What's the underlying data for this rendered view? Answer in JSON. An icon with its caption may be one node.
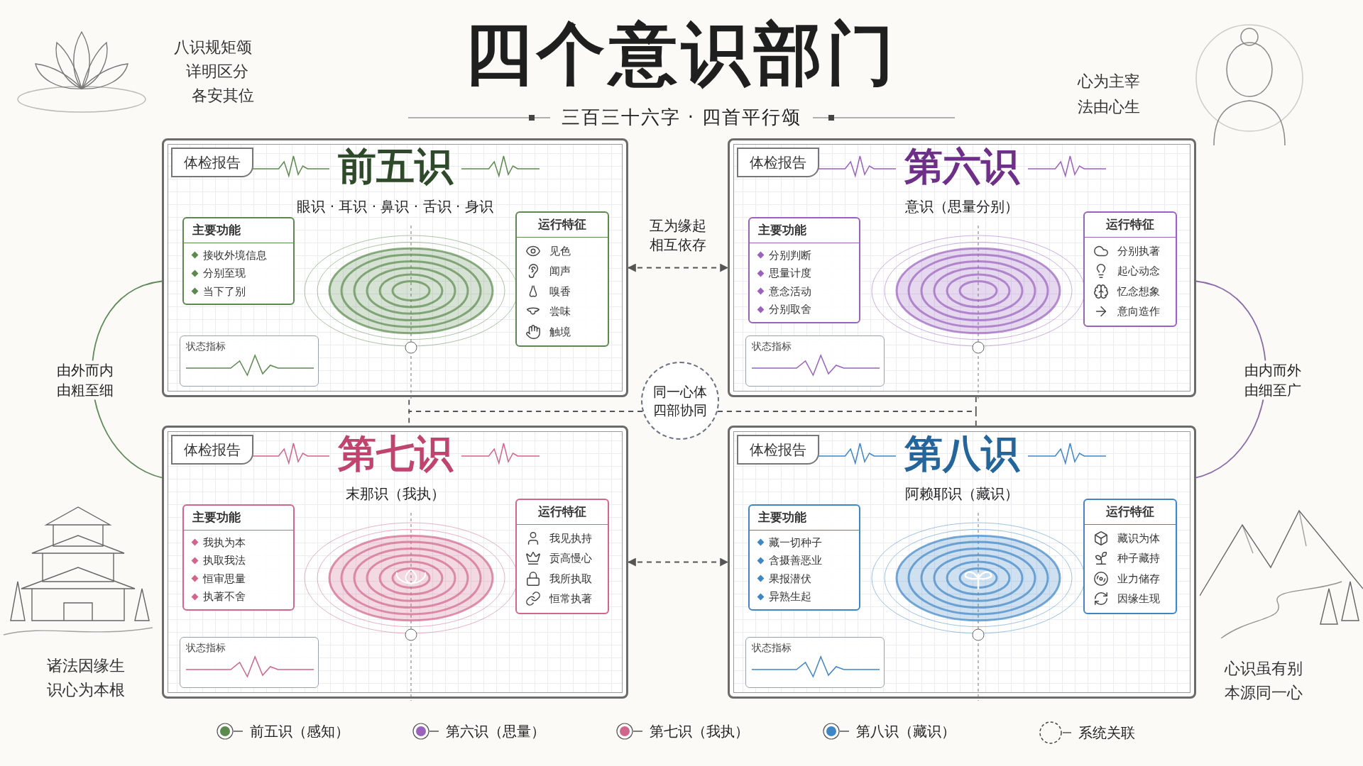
{
  "diagram": {
    "title": "四个意识部门",
    "nodes": [
      {
        "text": [
          "前五识",
          "眼识 · 耳识 · 鼻识 · 舌识 · 身识"
        ]
      },
      {
        "text": [
          "体检报告"
        ],
        "in": 0
      },
      {
        "text": [
          "主要功能",
          "接收外境信息",
          "分别至现",
          "当下了别"
        ],
        "in": 0
      },
      {
        "text": [
          "运行特征",
          "见色",
          "闻声",
          "嗅香",
          "尝味",
          "触境"
        ],
        "in": 0
      },
      {
        "text": [
          "状态指标"
        ],
        "in": 0
      },
      {
        "text": [
          "第六识",
          "意识（思量分别）"
        ]
      },
      {
        "text": [
          "体检报告"
        ],
        "in": 5
      },
      {
        "text": [
          "主要功能",
          "分别判断",
          "思量计度",
          "意念活动",
          "分别取舍"
        ],
        "in": 5
      },
      {
        "text": [
          "运行特征",
          "分别执著",
          "起心动念",
          "忆念想象",
          "意向造作"
        ],
        "in": 5
      },
      {
        "text": [
          "状态指标"
        ],
        "in": 5
      },
      {
        "text": [
          "第七识",
          "末那识（我执）"
        ]
      },
      {
        "text": [
          "体检报告"
        ],
        "in": 10
      },
      {
        "text": [
          "主要功能",
          "我执为本",
          "执取我法",
          "恒审思量",
          "执著不舍"
        ],
        "in": 10
      },
      {
        "text": [
          "运行特征",
          "我见执持",
          "贡高慢心",
          "我所执取",
          "恒常执著"
        ],
        "in": 10
      },
      {
        "text": [
          "状态指标"
        ],
        "in": 10
      },
      {
        "text": [
          "第八识",
          "阿赖耶识（藏识）"
        ]
      },
      {
        "text": [
          "体检报告"
        ],
        "in": 15
      },
      {
        "text": [
          "主要功能",
          "藏一切种子",
          "含摄善恶业",
          "果报潜伏",
          "异熟生起"
        ],
        "in": 15
      },
      {
        "text": [
          "运行特征",
          "藏识为体",
          "种子藏持",
          "业力储存",
          "因缘生现"
        ],
        "in": 15
      },
      {
        "text": [
          "状态指标"
        ],
        "in": 15
      },
      {
        "text": [
          "同一心体四部协同"
        ]
      }
    ],
    "edges": [
      {
        "from": 0,
        "to": 5,
        "arrow": "both",
        "style": "dashed",
        "label": "互为缘起相互依存"
      },
      {
        "from": 10,
        "to": 15,
        "arrow": "both",
        "style": "dashed"
      },
      {
        "from": 0,
        "to": 10,
        "arrow": "both",
        "label": "由外而内由粗至细",
        "color": "#5f8a5a"
      },
      {
        "from": 5,
        "to": 15,
        "arrow": "both",
        "label": "由内而外由细至广",
        "color": "#8a6aa8"
      },
      {
        "from": 20,
        "to": 0,
        "arrow": "none",
        "style": "dashed"
      },
      {
        "from": 20,
        "to": 5,
        "arrow": "none",
        "style": "dashed"
      },
      {
        "from": 20,
        "to": 10,
        "arrow": "none",
        "style": "dashed"
      },
      {
        "from": 20,
        "to": 15,
        "arrow": "none",
        "style": "dashed"
      }
    ],
    "labels": [
      "三百三十六字 · 四首平行颂",
      "八识规矩颂",
      "详明区分",
      "各安其位",
      "心为主宰",
      "法由心生",
      "诸法因缘生",
      "识心为本根",
      "心识虽有别",
      "本源同一心"
    ],
    "legend": [
      {
        "text": "前五识（感知）",
        "color": "#5c8a4e"
      },
      {
        "text": "第六识（思量）",
        "color": "#9a62bd"
      },
      {
        "text": "第七识（我执）",
        "color": "#d0668c"
      },
      {
        "text": "第八识（藏识）",
        "color": "#3f86c4"
      },
      {
        "text": "系统关联"
      }
    ]
  }
}
